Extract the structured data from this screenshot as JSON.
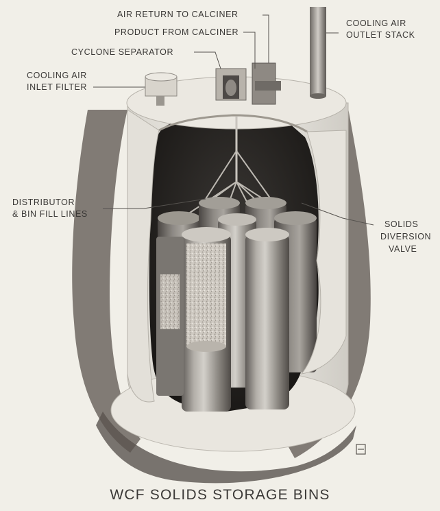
{
  "labels": {
    "air_return": "AIR RETURN TO CALCINER",
    "product_from": "PRODUCT FROM CALCINER",
    "cyclone": "CYCLONE SEPARATOR",
    "cooling_inlet_1": "COOLING AIR",
    "cooling_inlet_2": "INLET FILTER",
    "cooling_outlet_1": "COOLING AIR",
    "cooling_outlet_2": "OUTLET STACK",
    "distributor_1": "DISTRIBUTOR",
    "distributor_2": "& BIN FILL LINES",
    "solids_1": "SOLIDS",
    "solids_2": "DIVERSION",
    "solids_3": "VALVE"
  },
  "caption": "WCF SOLIDS STORAGE BINS",
  "colors": {
    "background": "#f1efe8",
    "soil": "#6d6660",
    "concrete": "#e7e4dc",
    "bin": "#8f8b86",
    "text": "#3a3836"
  }
}
